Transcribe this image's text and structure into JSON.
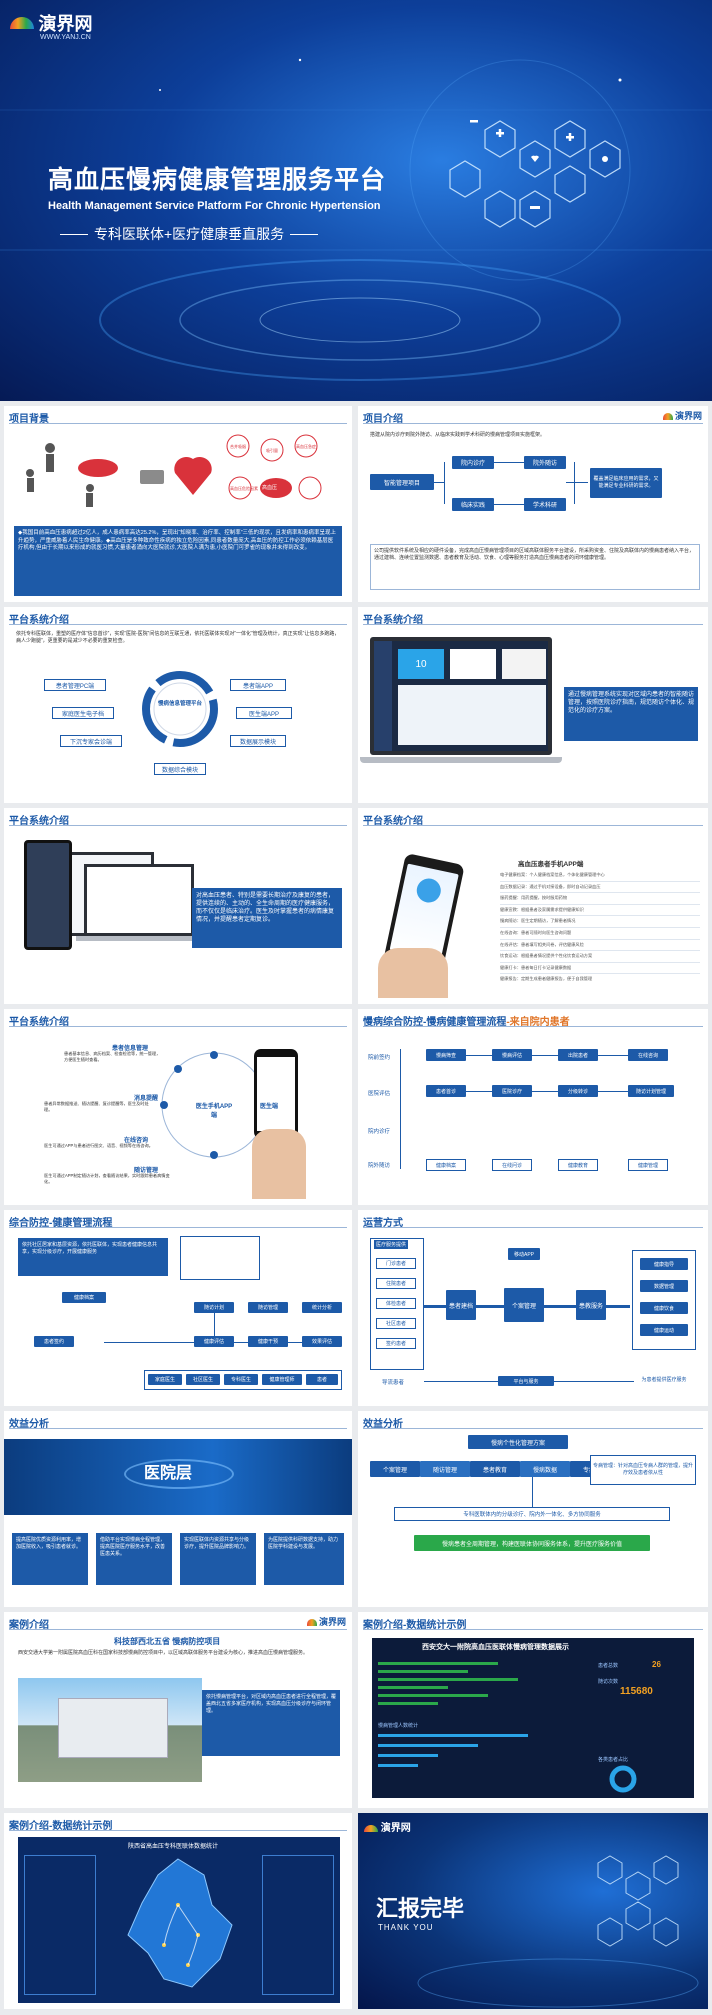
{
  "cover": {
    "logo": "演界网",
    "logo_url": "WWW.YANJ.CN",
    "title": "高血压慢病健康管理服务平台",
    "subtitle": "Health Management Service Platform For Chronic Hypertension",
    "tagline": "专科医联体+医疗健康垂直服务"
  },
  "logo_small": "演界网",
  "s1": {
    "title": "项目背景",
    "risk_labels": [
      "高血压",
      "合并吸烟",
      "吸引量",
      "高血压急症",
      "高血压危险因素"
    ],
    "text": "◆我国目前高血压患病超过2亿人，成人患病率高达25.2%，呈现出“知晓率、治疗率、控制率”三低的现状，且发病率和患病率呈现上升趋势，严重威胁着人民生命健康。◆高血压是多种致命性疾病的独立危险因素,同患者数量庞大,高血压的防控工作必须依赖基层医疗机构,但由于长期以来形成的就医习惯,大量患者涌向大医院就诊,大医院人满为患,小医院门可罗雀的现象并未得到改变。"
  },
  "s2": {
    "title": "项目介绍",
    "intro": "搭建从院内诊疗到院外随访、从临床实践到学术科研的慢病管理项目实施框架。",
    "center": "智能管理项目",
    "nodes": [
      "院内诊疗",
      "院外随访",
      "临床实践",
      "学术科研"
    ],
    "result": "覆盖满足临床应用的需求，又能满足专业科研的需求。",
    "bottom": "公司提供软件系统及相应的硬件设备，完成高血压慢病管理项目的区域高联体服务平台建设，所采购资金、住院及高联体内的慢病患者纳入平台，通过建档、连续位置监测数据、患者教育及活动、饮食、心理等服务打造高血压慢病患者的闭环健康管理。"
  },
  "s3": {
    "title": "平台系统介绍",
    "intro": "依托专科医联体，重塑的医疗体“信息首诊”，实现“医院-医院”间信息的互联互通，依托医联体实现对“一体化”管理及统计，真正实现“让信息多跑路，病人少跑腿”，更重要的是减少不必要的重复检查。",
    "center": "慢病信息管理平台",
    "left": [
      "患者管理PC端",
      "家庭医生电子档",
      "下沉专家会诊端"
    ],
    "right": [
      "患者端APP",
      "医生端APP",
      "数据展示模块"
    ],
    "bottom": "数据综合模块"
  },
  "s4": {
    "title": "平台系统介绍",
    "panel": "通过慢病管理系统实现对区域内患者的智能随访管理，按照医院诊疗指南，规范随访个体化、规范化的诊疗方案。",
    "screen_num": "10"
  },
  "s5": {
    "title": "平台系统介绍",
    "panel": "对高血压患者、特别是需要长期治疗及康复的患者，提供连续的、主动的、全生命周期的医疗健康服务，而不仅仅是临床治疗。医生及时掌握患者的病情康复情况，并提醒患者定期复诊。"
  },
  "s6": {
    "title": "平台系统介绍",
    "app_title": "高血压患者手机APP端",
    "features": [
      "电子健康档案：个人健康档案信息，个体化健康管理中心",
      "血压数据记录：通过手机对接设备，即时自动记录血压",
      "服药提醒：用药提醒，按时服用药物",
      "健康宣教：根据患者及家属需求提供健康知识",
      "慢病随访：医生定期随访，了解患者情况",
      "在线咨询：患者可随时向医生咨询问题",
      "在线评估：患者填写相关问卷，评估健康风险",
      "饮食运动：根据患者情况提供个性化饮食运动方案",
      "健康打卡：患者每日打卡记录健康数据",
      "健康报告：定期生成患者健康报告，便于自我管理"
    ]
  },
  "s7": {
    "title": "平台系统介绍",
    "center": "医生手机APP端",
    "phone_label": "医生端",
    "items": [
      {
        "title": "患者信息管理",
        "desc": "患者基本信息、病历档案、检查检验等，统一管理，方便医生随时查看。"
      },
      {
        "title": "消息提醒",
        "desc": "患者异常数据推送、随访提醒、复诊提醒等，医生及时处理。"
      },
      {
        "title": "在线咨询",
        "desc": "医生可通过APP与患者进行图文、语音、视频等在线咨询。"
      },
      {
        "title": "随访管理",
        "desc": "医生可通过APP制定随访计划，查看随访结果，实时跟踪患者病情变化。"
      }
    ]
  },
  "s8": {
    "title": "慢病综合防控-慢病健康管理流程",
    "title_accent": "-来自院内患者",
    "stages": [
      "院前签约",
      "医院评估",
      "院内诊疗",
      "院外随访"
    ],
    "row1": [
      "慢病筛查",
      "慢病评估",
      "出院患者",
      "在线咨询"
    ],
    "row2": [
      "患者首诊",
      "医院诊疗",
      "分级转诊",
      "随访计划管理"
    ],
    "row3": [
      "健康档案",
      "在线问诊",
      "健康教育",
      "健康管理"
    ]
  },
  "s9": {
    "title": "综合防控-健康管理流程",
    "highlight": "依托社区居家和基层资源，依托医联体，实现患者健康信息共享，实现分级诊疗，开展健康服务",
    "row1": [
      "健康档案",
      "随访计划",
      "随访管理",
      "统计分析"
    ],
    "row2": [
      "患者签约",
      "健康评估",
      "健康干预",
      "效果评估"
    ],
    "bottom": [
      "家庭医生",
      "社区医生",
      "专科医生",
      "健康管理师",
      "患者"
    ]
  },
  "s10": {
    "title": "运营方式",
    "left_title": "医疗服务提供",
    "left": [
      "门诊患者",
      "住院患者",
      "体检患者",
      "社区患者",
      "签约患者"
    ],
    "n1": "患者建档",
    "top": "移动APP",
    "center": "个案管理",
    "n2": "患教服务",
    "right": [
      "健康指导",
      "数据管理",
      "健康饮食",
      "健康运动"
    ],
    "bottom_left": "导流患者",
    "bottom_mid": "平台与服务",
    "bottom_right": "为患者提供医疗服务"
  },
  "s11": {
    "title": "效益分析",
    "banner": "医院层",
    "cards": [
      "提高医院优质资源利用率，增加医院收入，吸引患者就诊。",
      "借助平台实现慢病全程管理，提高医院医疗服务水平，改善医患关系。",
      "实现医联体内资源共享与分级诊疗，提升医院品牌影响力。",
      "为医院提供科研数据支持，助力医院学科建设与发展。"
    ]
  },
  "s12": {
    "title": "效益分析",
    "top": "慢病个性化管理方案",
    "flow": [
      "个案管理",
      "随访管理",
      "患者教育",
      "慢病数据",
      "专病研究"
    ],
    "right": "专病管理：针对高血压专病人群的管理，提升疗效及患者依从性",
    "bottom": "专科医联体内的分级诊疗、院内外一体化、多方协同服务",
    "green": "慢病患者全周期管理，构建医联体协同服务体系，提升医疗服务价值"
  },
  "s13": {
    "title": "案例介绍",
    "case_title": "科技部西北五省 慢病防控项目",
    "intro": "西安交通大学第一附属医院高血压科在国家科技部慢病防控项目中，以区域高联体服务平台建设为核心，推进高血压慢病管理服务。",
    "panel": "依托慢病管理平台，对区域内高血压患者进行全程管理，覆盖西北五省多家医疗机构，实现高血压分级诊疗与闭环管理。"
  },
  "s14": {
    "title": "案例介绍-数据统计示例",
    "dash_title": "西安交大一附院高血压医联体慢病管理数据展示",
    "label1": "患者总数",
    "value1": "26",
    "label2": "随访次数",
    "value2": "115680",
    "label3": "慢病管理人数统计",
    "label4": "各类患者占比"
  },
  "s15": {
    "title": "案例介绍-数据统计示例",
    "dash_title": "陕西省高血压专科医联体数据统计"
  },
  "end": {
    "logo": "演界网",
    "title": "汇报完毕",
    "sub": "THANK YOU"
  }
}
